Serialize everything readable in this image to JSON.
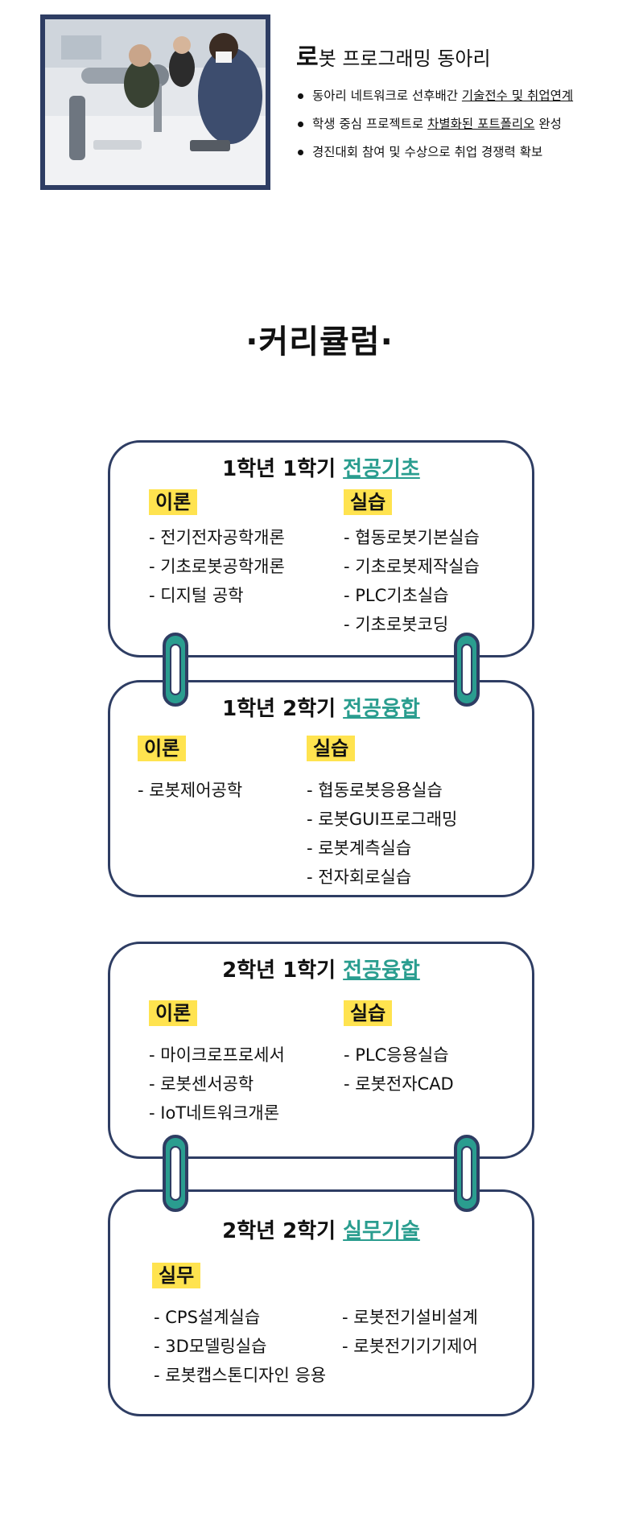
{
  "club": {
    "title_lead": "로",
    "title_rest": "봇 프로그래밍 동아리",
    "bullets": [
      {
        "before": "동아리 네트워크로 선후배간 ",
        "underline": "기술전수 및 취업연계",
        "after": ""
      },
      {
        "before": "학생 중심 프로젝트로 ",
        "underline": "차별화된 포트폴리오",
        "after": " 완성"
      },
      {
        "before": "경진대회 참여 및 수상으로 취업 경쟁력 확보",
        "underline": "",
        "after": ""
      }
    ]
  },
  "curriculum": {
    "heading": "·커리큘럼·",
    "cards": [
      {
        "title": "1학년 1학기 ",
        "accent": "전공기초",
        "theory_label": "이론",
        "practice_label": "실습",
        "theory": [
          "- 전기전자공학개론",
          "- 기초로봇공학개론",
          "- 디지털 공학"
        ],
        "practice": [
          "- 협동로봇기본실습",
          "- 기초로봇제작실습",
          "- PLC기초실습",
          "- 기초로봇코딩"
        ]
      },
      {
        "title": "1학년 2학기 ",
        "accent": "전공융합",
        "theory_label": "이론",
        "practice_label": "실습",
        "theory": [
          "- 로봇제어공학"
        ],
        "practice": [
          "- 협동로봇응용실습",
          "- 로봇GUI프로그래밍",
          "- 로봇계측실습",
          "- 전자회로실습"
        ]
      },
      {
        "title": "2학년 1학기 ",
        "accent": "전공융합",
        "theory_label": "이론",
        "practice_label": "실습",
        "theory": [
          "- 마이크로프로세서",
          "- 로봇센서공학",
          "- IoT네트워크개론"
        ],
        "practice": [
          "- PLC응용실습",
          "- 로봇전자CAD"
        ]
      },
      {
        "title": "2학년 2학기 ",
        "accent": "실무기술",
        "work_label": "실무",
        "col1": [
          "- CPS설계실습",
          "- 3D모델링실습",
          "- 로봇캡스톤디자인 응용"
        ],
        "col2": [
          "- 로봇전기설비설계",
          "- 로봇전기기기제어"
        ]
      }
    ]
  },
  "colors": {
    "navy": "#2e3d63",
    "teal": "#2a9d8f",
    "highlight": "#ffe34f"
  }
}
